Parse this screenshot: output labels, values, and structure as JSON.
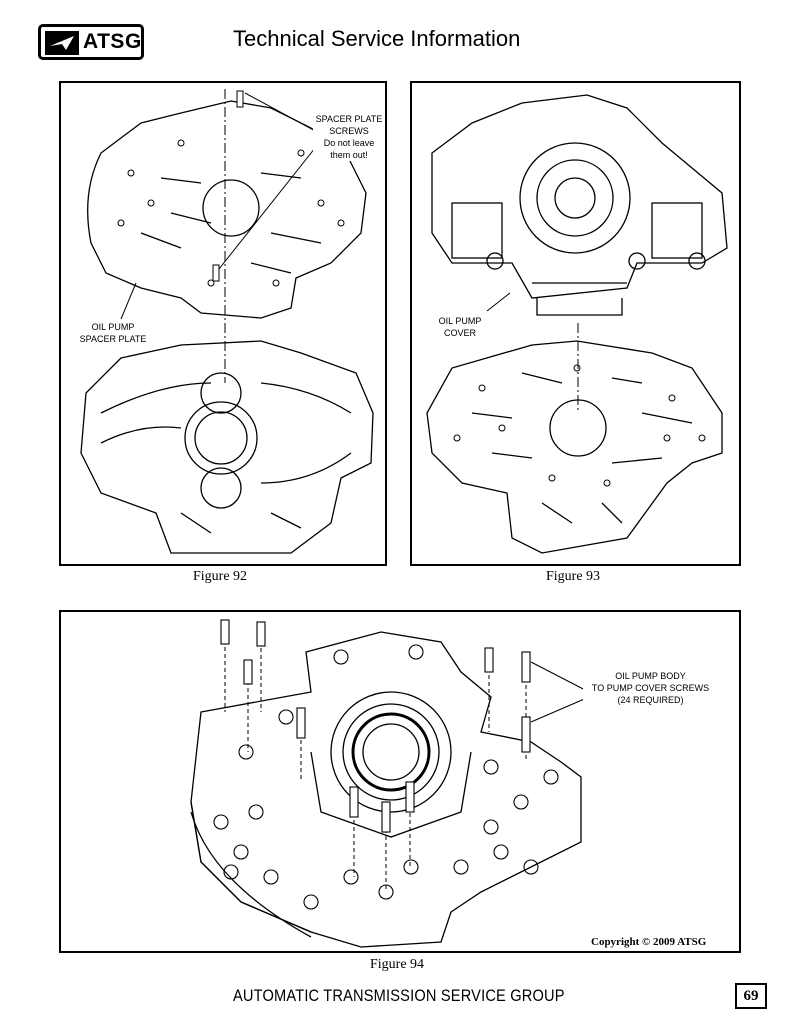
{
  "header": {
    "logo_text": "ATSG",
    "title": "Technical Service Information"
  },
  "figures": [
    {
      "caption": "Figure 92",
      "callouts": [
        {
          "lines": [
            "SPACER PLATE",
            "SCREWS",
            "Do not leave",
            "them out!"
          ]
        },
        {
          "lines": [
            "OIL PUMP",
            "SPACER PLATE"
          ]
        }
      ]
    },
    {
      "caption": "Figure 93",
      "callouts": [
        {
          "lines": [
            "OIL PUMP",
            "COVER"
          ]
        }
      ]
    },
    {
      "caption": "Figure 94",
      "callouts": [
        {
          "lines": [
            "OIL PUMP BODY",
            "TO PUMP COVER SCREWS",
            "(24 REQUIRED)"
          ]
        }
      ],
      "copyright": "Copyright © 2009 ATSG"
    }
  ],
  "footer": {
    "company": "AUTOMATIC TRANSMISSION SERVICE GROUP",
    "page_number": "69"
  }
}
